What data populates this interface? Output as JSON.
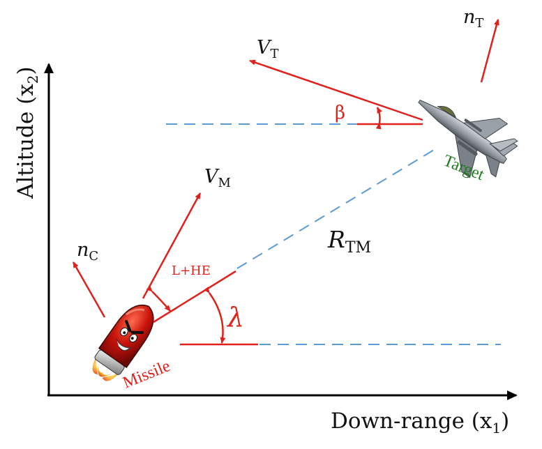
{
  "axes": {
    "x_label": "Down-range (x",
    "x_sub": "1",
    "x_close": ")",
    "y_label": "Altitude (x",
    "y_sub": "2",
    "y_close": ")"
  },
  "labels": {
    "v_t": {
      "main": "V",
      "sub": "T"
    },
    "n_t": {
      "main": "n",
      "sub": "T"
    },
    "v_m": {
      "main": "V",
      "sub": "M"
    },
    "n_c": {
      "main": "n",
      "sub": "C"
    },
    "r_tm": {
      "main": "R",
      "sub": "TM"
    },
    "beta": "β",
    "lambda": "λ",
    "l_he": "L+HE",
    "target": "Target",
    "missile": "Missile"
  },
  "colors": {
    "vector_red": "#e0201b",
    "dashed_blue": "#5b9bd5",
    "axis_black": "#000000",
    "target_green": "#1e7a1e"
  },
  "icons": {
    "target": "fighter-jet-icon",
    "missile": "cartoon-bullet-missile-icon"
  }
}
